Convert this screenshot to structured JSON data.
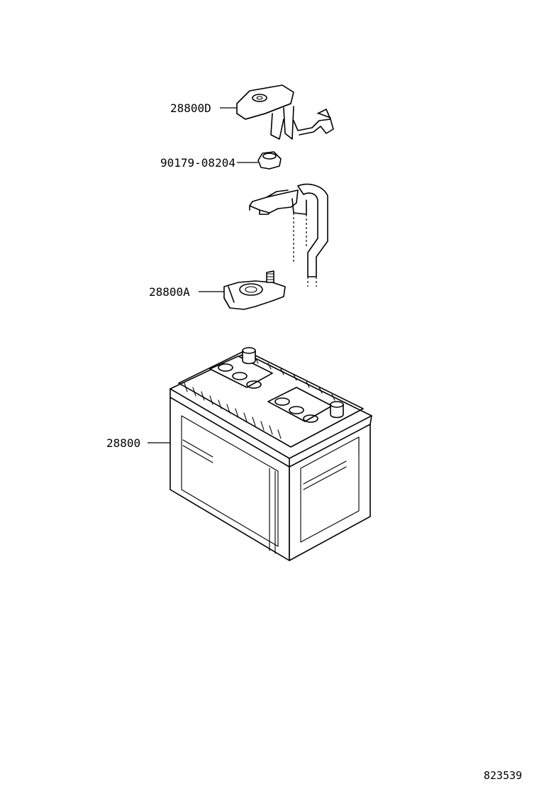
{
  "callouts": [
    {
      "part_number": "28800D"
    },
    {
      "part_number": "90179-08204"
    },
    {
      "part_number": "28800A"
    },
    {
      "part_number": "28800"
    }
  ],
  "figure_id": "823539"
}
